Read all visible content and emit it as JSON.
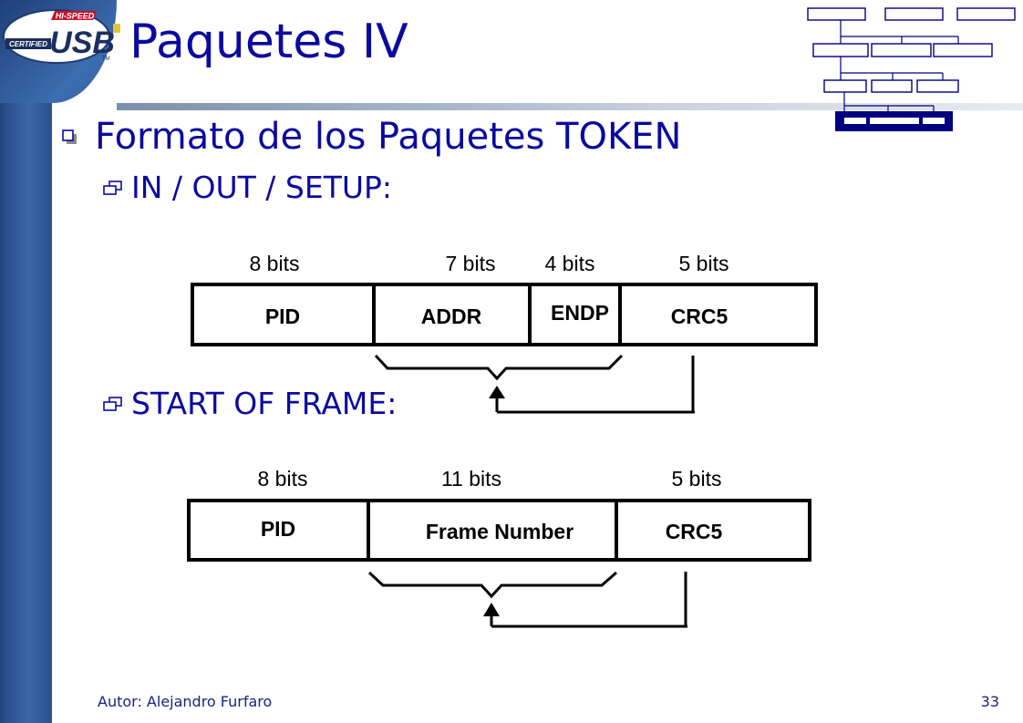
{
  "slide": {
    "title": "Paquetes IV",
    "bullet": "Formato de los Paquetes TOKEN",
    "sub_bullets": [
      "IN / OUT / SETUP:",
      "START OF FRAME:"
    ],
    "footer_author": "Autor: Alejandro Furfaro",
    "page_number": "33"
  },
  "logo": {
    "top_text": "HI-SPEED",
    "side_text": "CERTIFIED",
    "main_text": "USB",
    "tm": "TM"
  },
  "token_packet": {
    "bits": [
      "8 bits",
      "7 bits",
      "4 bits",
      "5 bits"
    ],
    "fields": [
      "PID",
      "ADDR",
      "ENDP",
      "CRC5"
    ]
  },
  "sof_packet": {
    "bits": [
      "8 bits",
      "11 bits",
      "5 bits"
    ],
    "fields": [
      "PID",
      "Frame Number",
      "CRC5"
    ]
  },
  "colors": {
    "title": "#0a0aa0",
    "sidebar": "#3c68aa",
    "tree": "#000080"
  }
}
